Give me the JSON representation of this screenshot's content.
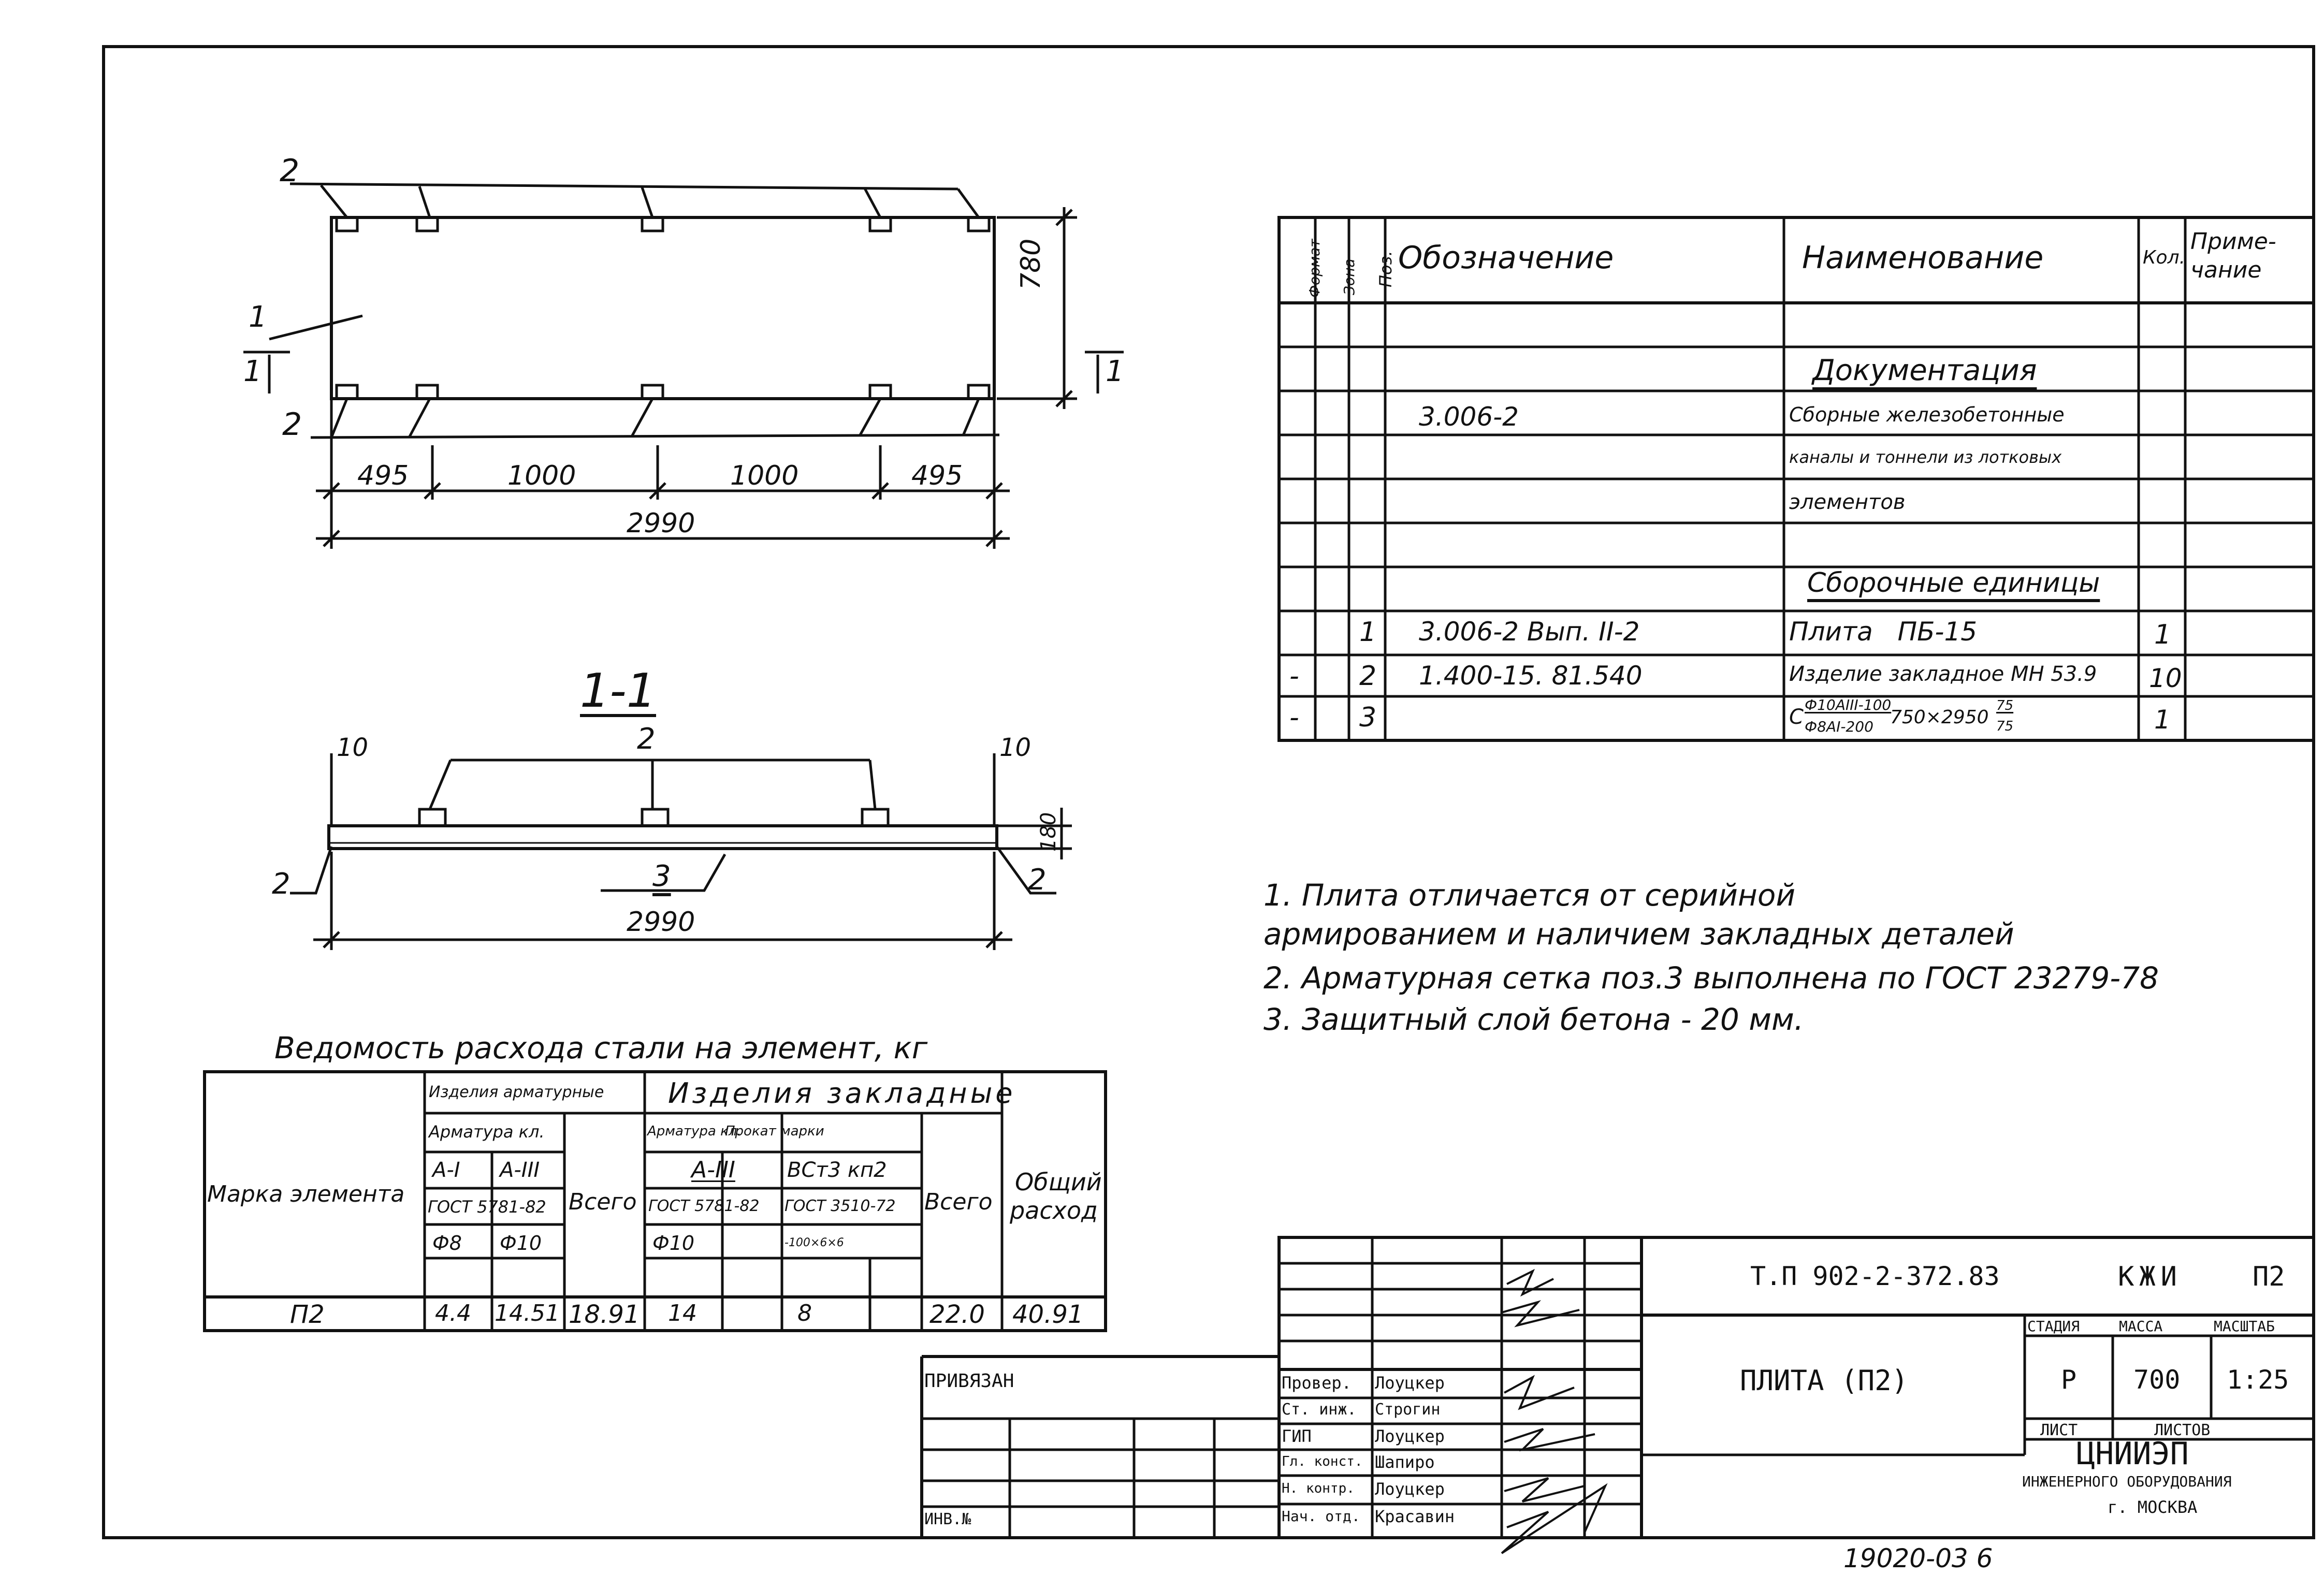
{
  "plan": {
    "label_top": "2",
    "label_bottom": "2",
    "label_side": "1",
    "section_left": "1",
    "section_right": "1",
    "dim_height": "780",
    "dims": [
      "495",
      "1000",
      "1000",
      "495"
    ],
    "dim_total": "2990"
  },
  "section": {
    "title": "1-1",
    "cover_left": "10",
    "cover_right": "10",
    "label_top": "2",
    "label_left": "2",
    "label_right": "2",
    "label_bottom": "3",
    "dim_height": "180",
    "dim_total": "2990"
  },
  "spec": {
    "headers": [
      "Формат",
      "Зона",
      "Поз.",
      "Обозначение",
      "Наименование",
      "Кол.",
      "Приме-чание"
    ],
    "header_note_1": "Приме-",
    "header_note_2": "чание",
    "rows": [
      {
        "fmt": "",
        "pos": "",
        "designation": "",
        "name": "Документация",
        "qty": ""
      },
      {
        "fmt": "",
        "pos": "",
        "designation": "3.006-2",
        "name": "Сборные железобетонные",
        "qty": ""
      },
      {
        "fmt": "",
        "pos": "",
        "designation": "",
        "name": "каналы и тоннели из лотковых",
        "qty": ""
      },
      {
        "fmt": "",
        "pos": "",
        "designation": "",
        "name": "элементов",
        "qty": ""
      },
      {
        "fmt": "",
        "pos": "",
        "designation": "",
        "name": "",
        "qty": ""
      },
      {
        "fmt": "",
        "pos": "",
        "designation": "",
        "name": "Сборочные единицы",
        "qty": ""
      },
      {
        "fmt": "",
        "pos": "1",
        "designation": "3.006-2 Вып. II-2",
        "name": "Плита   ПБ-15",
        "qty": "1"
      },
      {
        "fmt": "-",
        "pos": "2",
        "designation": "1.400-15. 81.540",
        "name": "Изделие закладное МН 53.9",
        "qty": "10"
      },
      {
        "fmt": "-",
        "pos": "3",
        "designation": "",
        "name": "С Ф10AIII-100 / Ф8AI-200 750×2950 75/75",
        "qty": "1"
      }
    ],
    "mesh_prefix": "С",
    "mesh_top": "Ф10AIII-100",
    "mesh_bottom": "Ф8AI-200",
    "mesh_size": "750×2950",
    "mesh_frac_top": "75",
    "mesh_frac_bottom": "75"
  },
  "notes": [
    "1. Плита отличается от серийной",
    "армированием и наличием закладных деталей",
    "2. Арматурная сетка поз.3 выполнена по ГОСТ 23279-78",
    "3. Защитный слой бетона - 20 мм."
  ],
  "steel": {
    "title": "Ведомость расхода стали на элемент, кг",
    "col_mark": "Марка элемента",
    "grp_rebar": "Изделия арматурные",
    "grp_embed": "Изделия закладные",
    "sub_rebar": "Арматура кл.",
    "sub_embed_rebar": "Арматура кл.",
    "sub_profile": "Прокат марки",
    "cls_a1": "A-I",
    "cls_a3": "A-III",
    "cls_embed_a3": "A-III",
    "cls_profile": "ВСт3 кп2",
    "gost_rebar": "ГОСТ 5781-82",
    "gost_embed": "ГОСТ 5781-82",
    "gost_profile": "ГОСТ 3510-72",
    "dia_8": "Ф8",
    "dia_10": "Ф10",
    "dia_embed_10": "Ф10",
    "profile_size": "-100×6×6",
    "total": "Всего",
    "total_embed": "Всего",
    "overall": "Общий расход",
    "overall_1": "Общий",
    "overall_2": "расход",
    "row": {
      "mark": "П2",
      "a1": "4.4",
      "a3": "14.51",
      "total1": "18.91",
      "embed_a3": "14",
      "profile": "8",
      "total2": "22.0",
      "overall": "40.91"
    }
  },
  "title_block": {
    "code": "Т.П 902-2-372.83",
    "sheet_code": "КЖИ",
    "sheet_no": "П2",
    "name": "ПЛИТА (П2)",
    "stage_h": "СТАДИЯ",
    "mass_h": "МАССА",
    "scale_h": "МАСШТАБ",
    "stage": "Р",
    "mass": "700",
    "scale": "1:25",
    "sheet_h": "ЛИСТ",
    "sheets_h": "ЛИСТОВ",
    "org": "ЦНИИЭП",
    "org_sub": "ИНЖЕНЕРНОГО ОБОРУДОВАНИЯ",
    "city": "г. МОСКВА",
    "bound": "ПРИВЯЗАН",
    "inv": "ИНВ.№",
    "signers": [
      {
        "role": "Провер.",
        "name": "Лоуцкер"
      },
      {
        "role": "Ст. инж.",
        "name": "Строгин"
      },
      {
        "role": "ГИП",
        "name": "Лоуцкер"
      },
      {
        "role": "Гл. конст.",
        "name": "Шапиро"
      },
      {
        "role": "Н. контр.",
        "name": "Лоуцкер"
      },
      {
        "role": "Нач. отд.",
        "name": "Красавин"
      }
    ]
  },
  "footer": "19020-03 6"
}
